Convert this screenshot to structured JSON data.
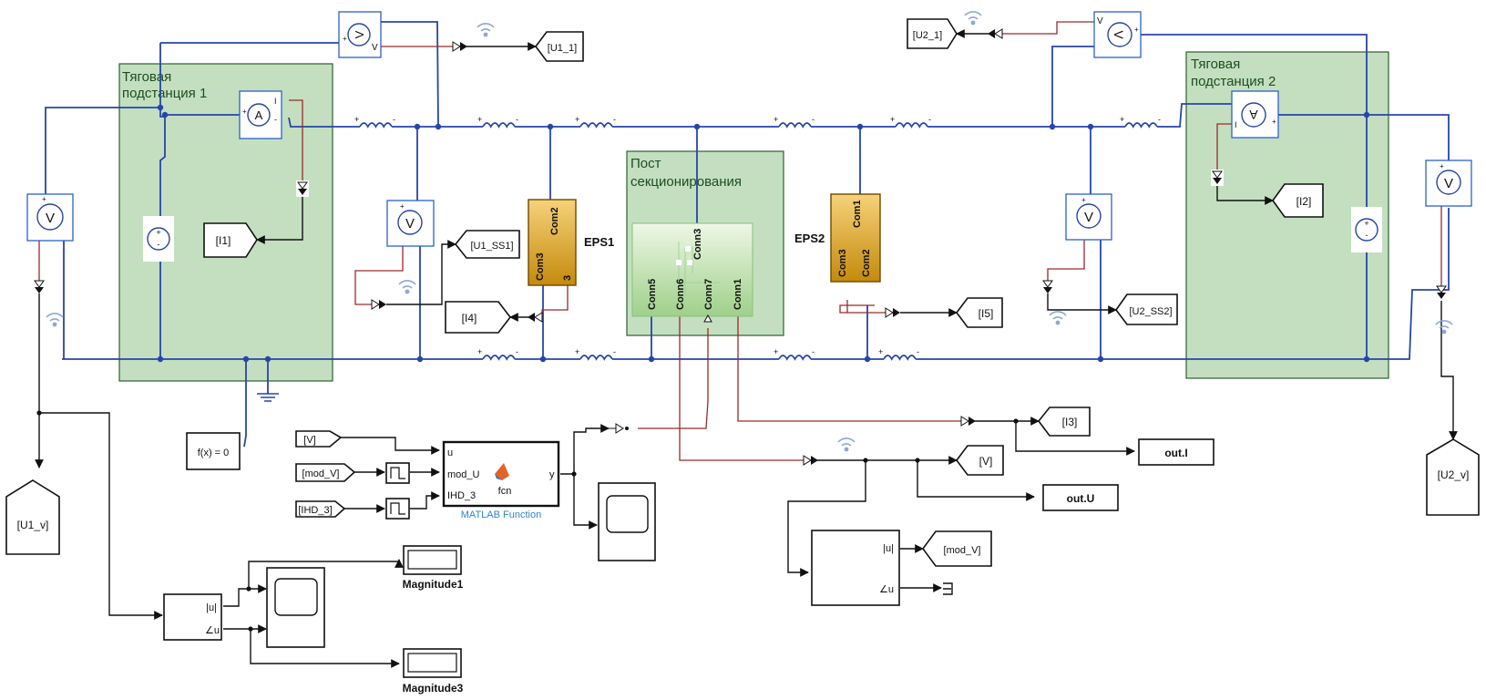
{
  "diagram": {
    "type": "simulink-model",
    "areas": {
      "substation1": {
        "title_line1": "Тяговая",
        "title_line2": "подстанция 1"
      },
      "substation2": {
        "title_line1": "Тяговая",
        "title_line2": "подстанция 2"
      },
      "sectioning_post": {
        "title_line1": "Пост",
        "title_line2": "секционирования"
      }
    },
    "subsystems": {
      "eps1": {
        "name": "EPS1",
        "ports": [
          "Com2",
          "Com3",
          "3"
        ]
      },
      "eps2": {
        "name": "EPS2",
        "ports": [
          "Com1",
          "Com3",
          "Com2"
        ]
      },
      "post": {
        "ports_top": [
          "Conn3"
        ],
        "ports_bottom": [
          "Conn5",
          "Conn6",
          "Conn7",
          "Conn1"
        ]
      }
    },
    "goto_tags": {
      "u1_1": "[U1_1]",
      "u2_1": "[U2_1]",
      "i1": "[I1]",
      "i2": "[I2]",
      "i3": "[I3]",
      "i4": "[I4]",
      "i5": "[I5]",
      "u1_ss1": "[U1_SS1]",
      "u2_ss2": "[U2_SS2]",
      "u1_v": "[U1_v]",
      "u2_v": "[U2_v]",
      "v": "[V]",
      "mod_v": "[mod_V]"
    },
    "from_tags": {
      "v": "[V]",
      "mod_v": "[mod_V]",
      "ihd_3": "[IHD_3]"
    },
    "meter_labels": {
      "voltmeter": "V",
      "ammeter": "A",
      "plus": "+",
      "minus": "-",
      "v_port": "V",
      "i_port": "I"
    },
    "inductor_labels": {
      "plus": "+",
      "minus": "-"
    },
    "solver": {
      "label": "f(x) = 0"
    },
    "matlab_function": {
      "inputs": [
        "u",
        "mod_U",
        "IHD_3"
      ],
      "output": "y",
      "body": "fcn",
      "caption": "MATLAB Function"
    },
    "complex_to_mag": {
      "out1": "|u|",
      "out2": "∠u"
    },
    "outports": {
      "out_i": "out.I",
      "out_u": "out.U"
    },
    "displays": {
      "mag1": "Magnitude1",
      "mag3": "Magnitude3"
    },
    "colors": {
      "physical_wire": "#2745a8",
      "signal_wire": "#111111",
      "ps_wire": "#9b2a2a",
      "area_fill": "#c3dfc0",
      "eps_fill_top": "#f3c75a",
      "eps_fill_bottom": "#c8900f",
      "caption_blue": "#2f86d1"
    }
  }
}
